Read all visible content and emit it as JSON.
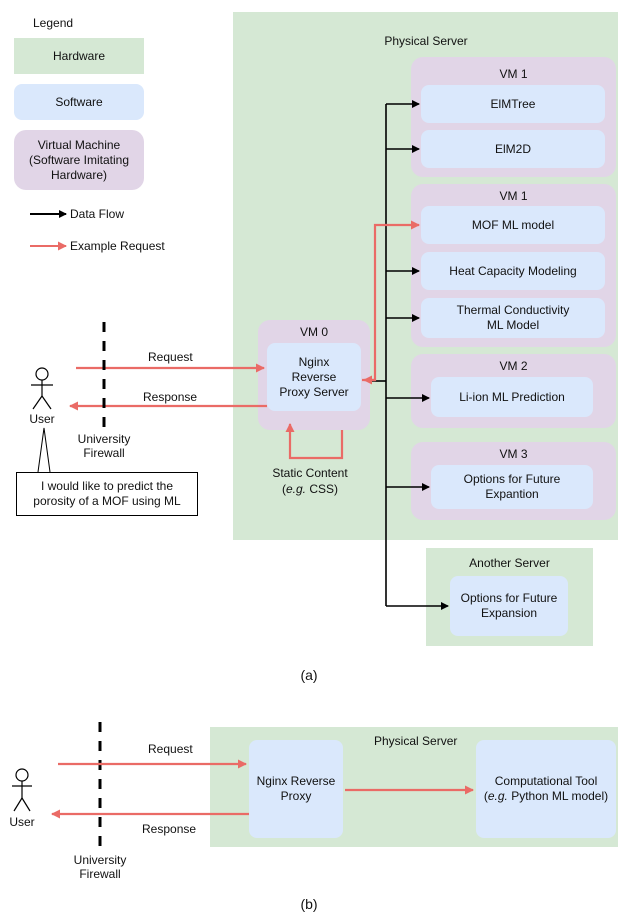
{
  "legend": {
    "title": "Legend",
    "hardware": "Hardware",
    "software": "Software",
    "virtual_machine": "Virtual Machine\n(Software Imitating\nHardware)",
    "data_flow": "Data Flow",
    "example_request": "Example Request"
  },
  "colors": {
    "hardware": "#d5e8d4",
    "software": "#dae8fc",
    "virtual_machine": "#e1d5e7",
    "data_flow": "#000000",
    "example_request": "#ea6b66"
  },
  "panel_a": {
    "physical_server": "Physical Server",
    "vm0": {
      "title": "VM 0",
      "proxy": "Nginx\nReverse\nProxy Server"
    },
    "vm1a": {
      "title": "VM 1",
      "items": [
        "ElMTree",
        "ElM2D"
      ]
    },
    "vm1b": {
      "title": "VM 1",
      "items": [
        "MOF ML model",
        "Heat Capacity Modeling",
        "Thermal Conductivity\nML Model"
      ]
    },
    "vm2": {
      "title": "VM 2",
      "items": [
        "Li-ion ML Prediction"
      ]
    },
    "vm3": {
      "title": "VM 3",
      "items": [
        "Options for Future\nExpantion"
      ]
    },
    "another_server": {
      "title": "Another Server",
      "item": "Options for Future\nExpansion"
    },
    "user": "User",
    "request": "Request",
    "response": "Response",
    "firewall": "University\nFirewall",
    "static_content": "Static Content",
    "static_content_example_prefix": "e.g.",
    "static_content_example": "CSS",
    "user_quote": "I would like to predict the\nporosity of a MOF using ML",
    "caption": "(a)"
  },
  "panel_b": {
    "physical_server": "Physical Server",
    "proxy": "Nginx Reverse\nProxy",
    "tool": "Computational Tool",
    "tool_example_prefix": "e.g.",
    "tool_example": "Python ML model",
    "user": "User",
    "request": "Request",
    "response": "Response",
    "firewall": "University\nFirewall",
    "caption": "(b)"
  }
}
